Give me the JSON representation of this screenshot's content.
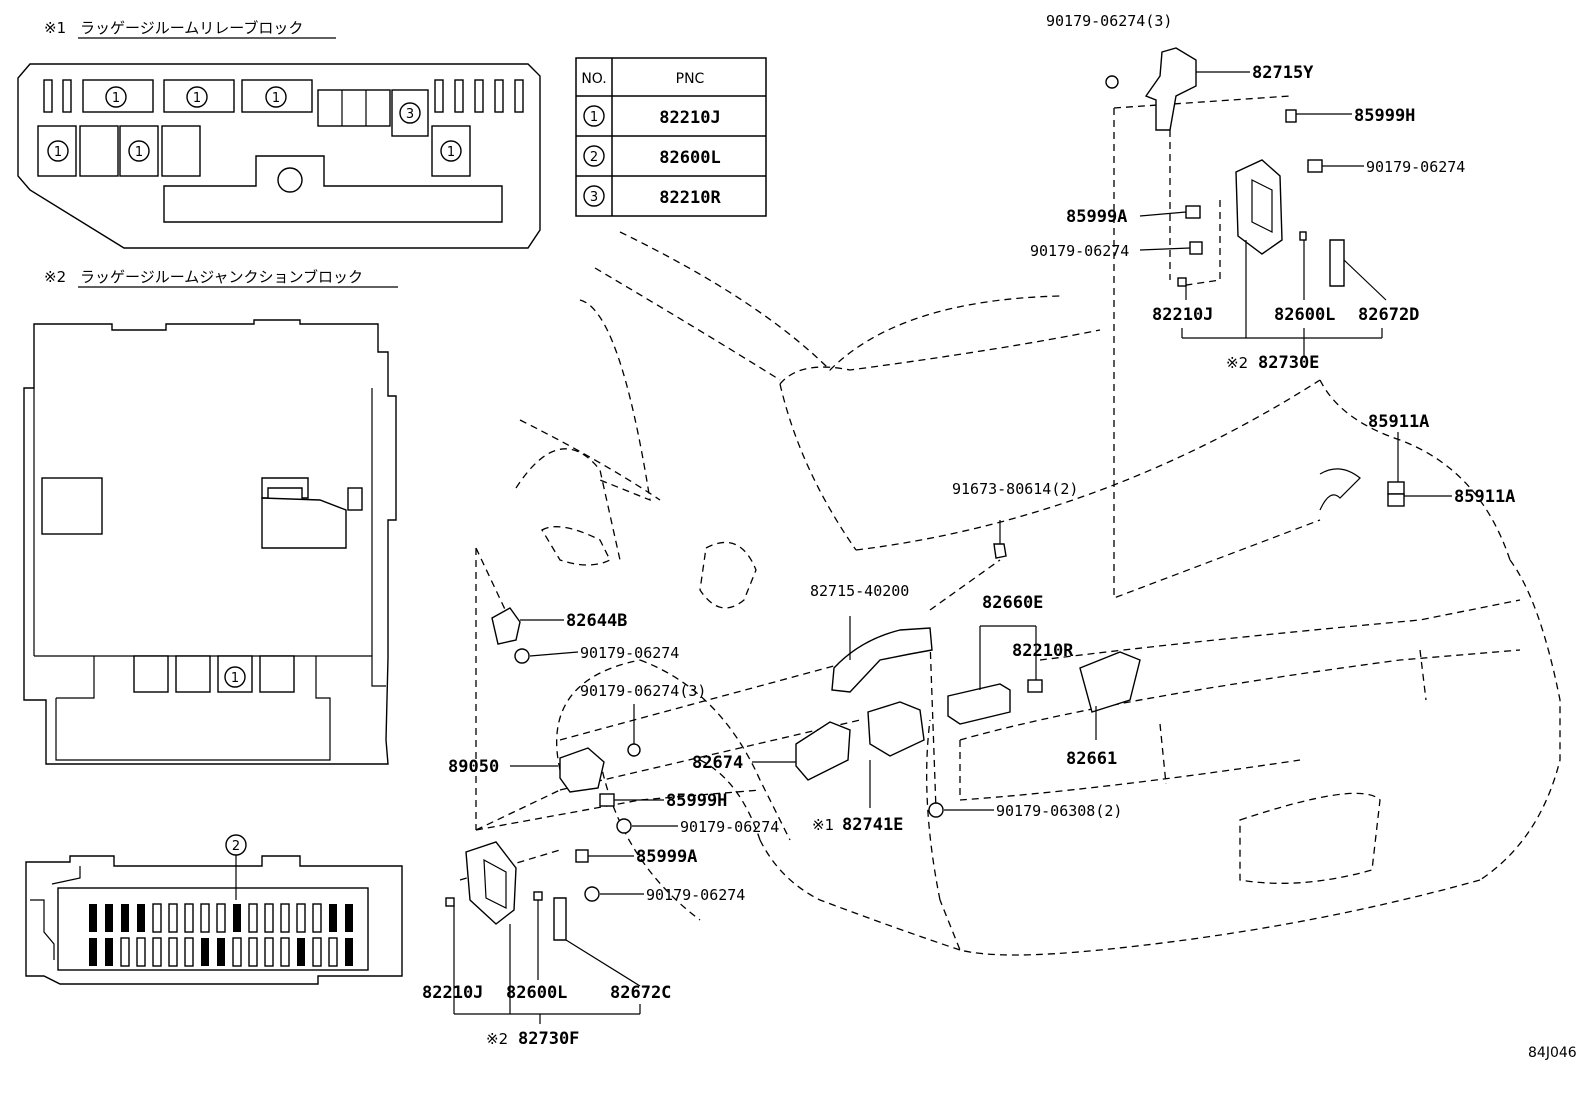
{
  "reference_code": "84J046",
  "block1": {
    "mark": "※1",
    "title": "ラッゲージルームリレーブロック"
  },
  "block2": {
    "mark": "※2",
    "title": "ラッゲージルームジャンクションブロック"
  },
  "table": {
    "headers": [
      "NO.",
      "PNC"
    ],
    "rows": [
      {
        "no": "1",
        "pnc": "82210J"
      },
      {
        "no": "2",
        "pnc": "82600L"
      },
      {
        "no": "3",
        "pnc": "82210R"
      }
    ]
  },
  "markers": {
    "one": "1",
    "two": "2",
    "three": "3"
  },
  "parts": {
    "p90179_06274_3_top": "90179-06274(3)",
    "p82715Y": "82715Y",
    "p85999H_top": "85999H",
    "p90179_06274_top_r": "90179-06274",
    "p85999A_top": "85999A",
    "p90179_06274_top_l": "90179-06274",
    "p82210J_top": "82210J",
    "p82600L_top": "82600L",
    "p82672D": "82672D",
    "p82730E_mark": "※2",
    "p82730E": "82730E",
    "p85911A_1": "85911A",
    "p85911A_2": "85911A",
    "p91673": "91673-80614(2)",
    "p82715_40200": "82715-40200",
    "p82660E": "82660E",
    "p82210R": "82210R",
    "p82644B": "82644B",
    "p90179_06274_mid": "90179-06274",
    "p90179_06274_3_mid": "90179-06274(3)",
    "p89050": "89050",
    "p82674": "82674",
    "p85999H_mid": "85999H",
    "p90179_06274_low1": "90179-06274",
    "p82741E_mark": "※1",
    "p82741E": "82741E",
    "p90179_06308": "90179-06308(2)",
    "p82661": "82661",
    "p85999A_mid": "85999A",
    "p90179_06274_low2": "90179-06274",
    "p82210J_bot": "82210J",
    "p82600L_bot": "82600L",
    "p82672C": "82672C",
    "p82730F_mark": "※2",
    "p82730F": "82730F"
  }
}
